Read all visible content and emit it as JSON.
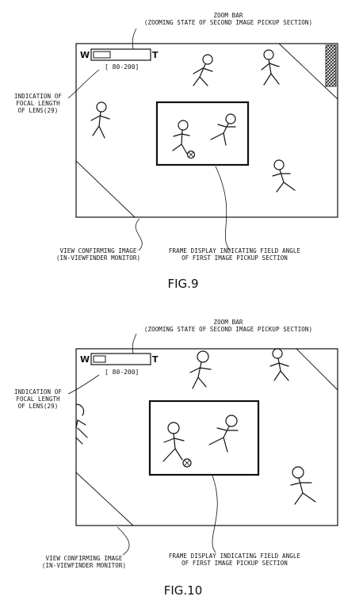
{
  "fig9": {
    "zoom_bar_label": [
      "ZOOM BAR",
      "(ZOOMING STATE OF SECOND IMAGE PICKUP SECTION)"
    ],
    "wide_label": "W",
    "tele_label": "T",
    "focal_range": "[ 80-200]",
    "focal_indication_label": [
      "INDICATION OF",
      "FOCAL LENGTH",
      "OF LENS(29)"
    ],
    "view_confirm_label": [
      "VIEW CONFIRMING IMAGE",
      "(IN-VIEWFINDER MONITOR)"
    ],
    "frame_display_label": [
      "FRAME DISPLAY INDICATING FIELD ANGLE",
      "OF FIRST IMAGE PICKUP SECTION"
    ],
    "caption": "FIG.9",
    "zoom_level": 0.3
  },
  "fig10": {
    "zoom_bar_label": [
      "ZOOM BAR",
      "(ZOOMING STATE OF SECOND IMAGE PICKUP SECTION)"
    ],
    "wide_label": "W",
    "tele_label": "T",
    "focal_range": "[ 80-200]",
    "focal_indication_label": [
      "INDICATION OF",
      "FOCAL LENGTH",
      "OF LENS(29)"
    ],
    "view_confirm_label": [
      "VIEW CONFIRMING IMAGE",
      "(IN-VIEWFINDER MONITOR)"
    ],
    "frame_display_label": [
      "FRAME DISPLAY INDICATING FIELD ANGLE",
      "OF FIRST IMAGE PICKUP SECTION"
    ],
    "caption": "FIG.10",
    "zoom_level": 0.22
  }
}
